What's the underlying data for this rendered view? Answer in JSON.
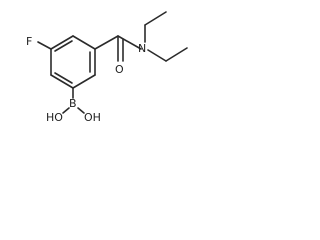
{
  "molecule": {
    "atoms": {
      "fluorine": "F",
      "boron": "B",
      "hydroxyl_left": "HO",
      "hydroxyl_right": "OH",
      "carbonyl_oxygen": "O",
      "nitrogen": "N"
    }
  }
}
